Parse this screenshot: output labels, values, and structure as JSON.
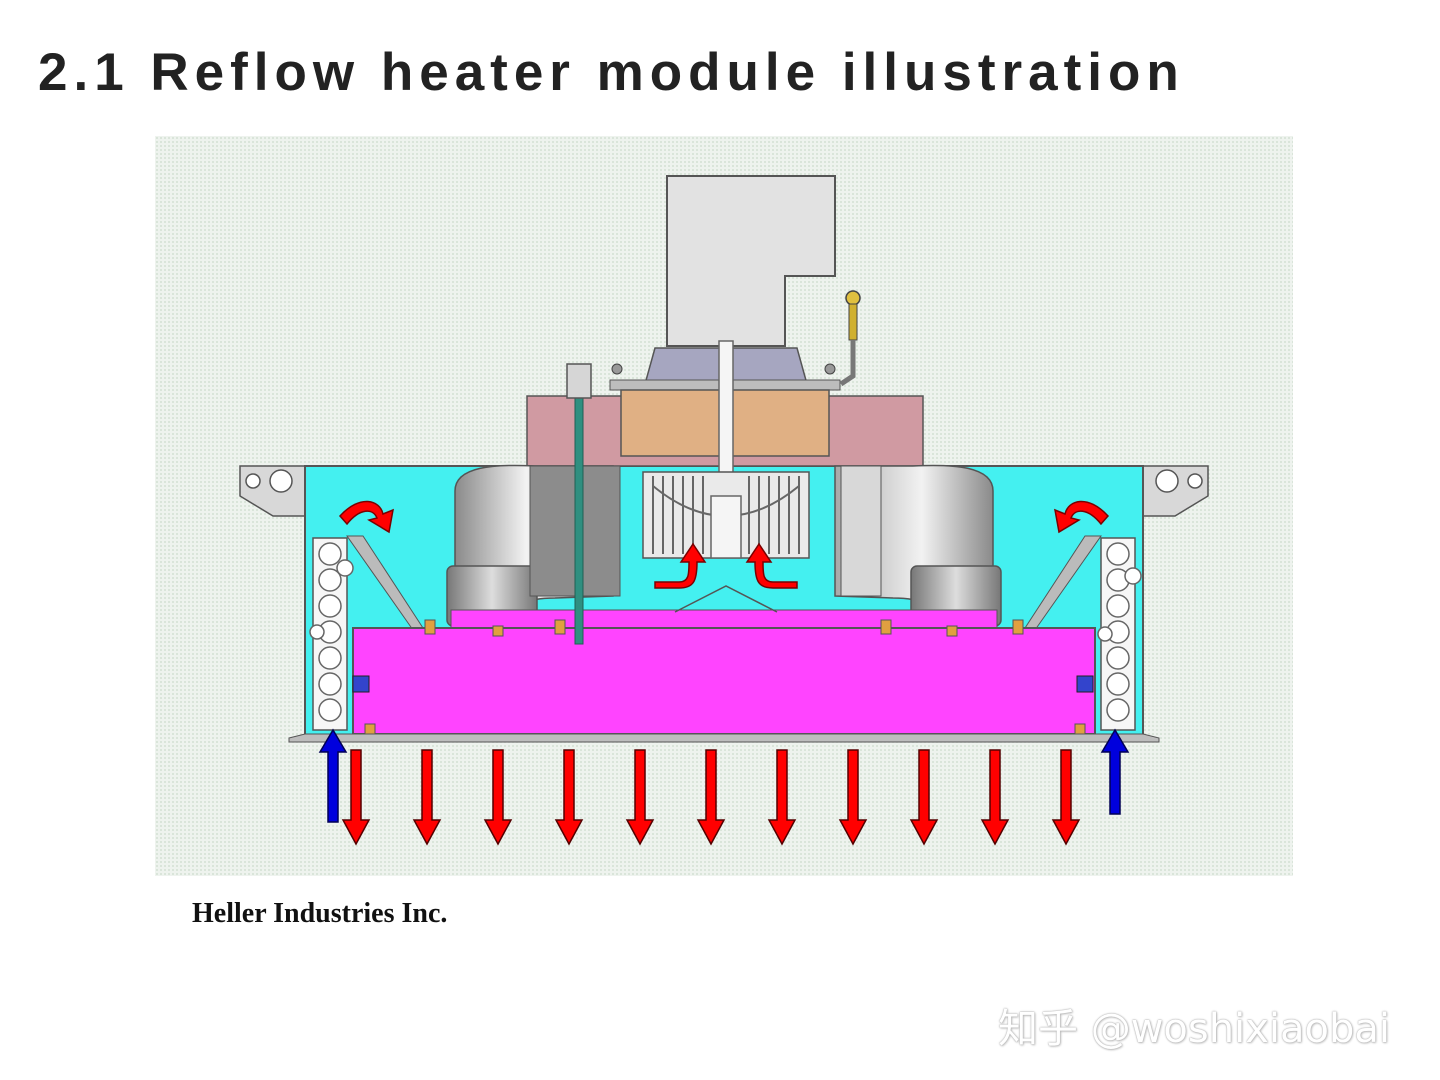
{
  "slide": {
    "title": "2.1 Reflow heater module illustration",
    "credit": "Heller Industries Inc.",
    "watermark": "知乎 @woshixiaobai"
  },
  "diagram": {
    "colors": {
      "chamber": "#44f0f0",
      "heater_plate": "#ff44ff",
      "motor_housing": "#e2e2e2",
      "base_flange": "#d09aa2",
      "hot_air_arrow": "#ff0000",
      "return_air_arrow": "#0000dd"
    },
    "downward_hot_air_arrows": 11,
    "upward_return_air_arrows": 2
  }
}
